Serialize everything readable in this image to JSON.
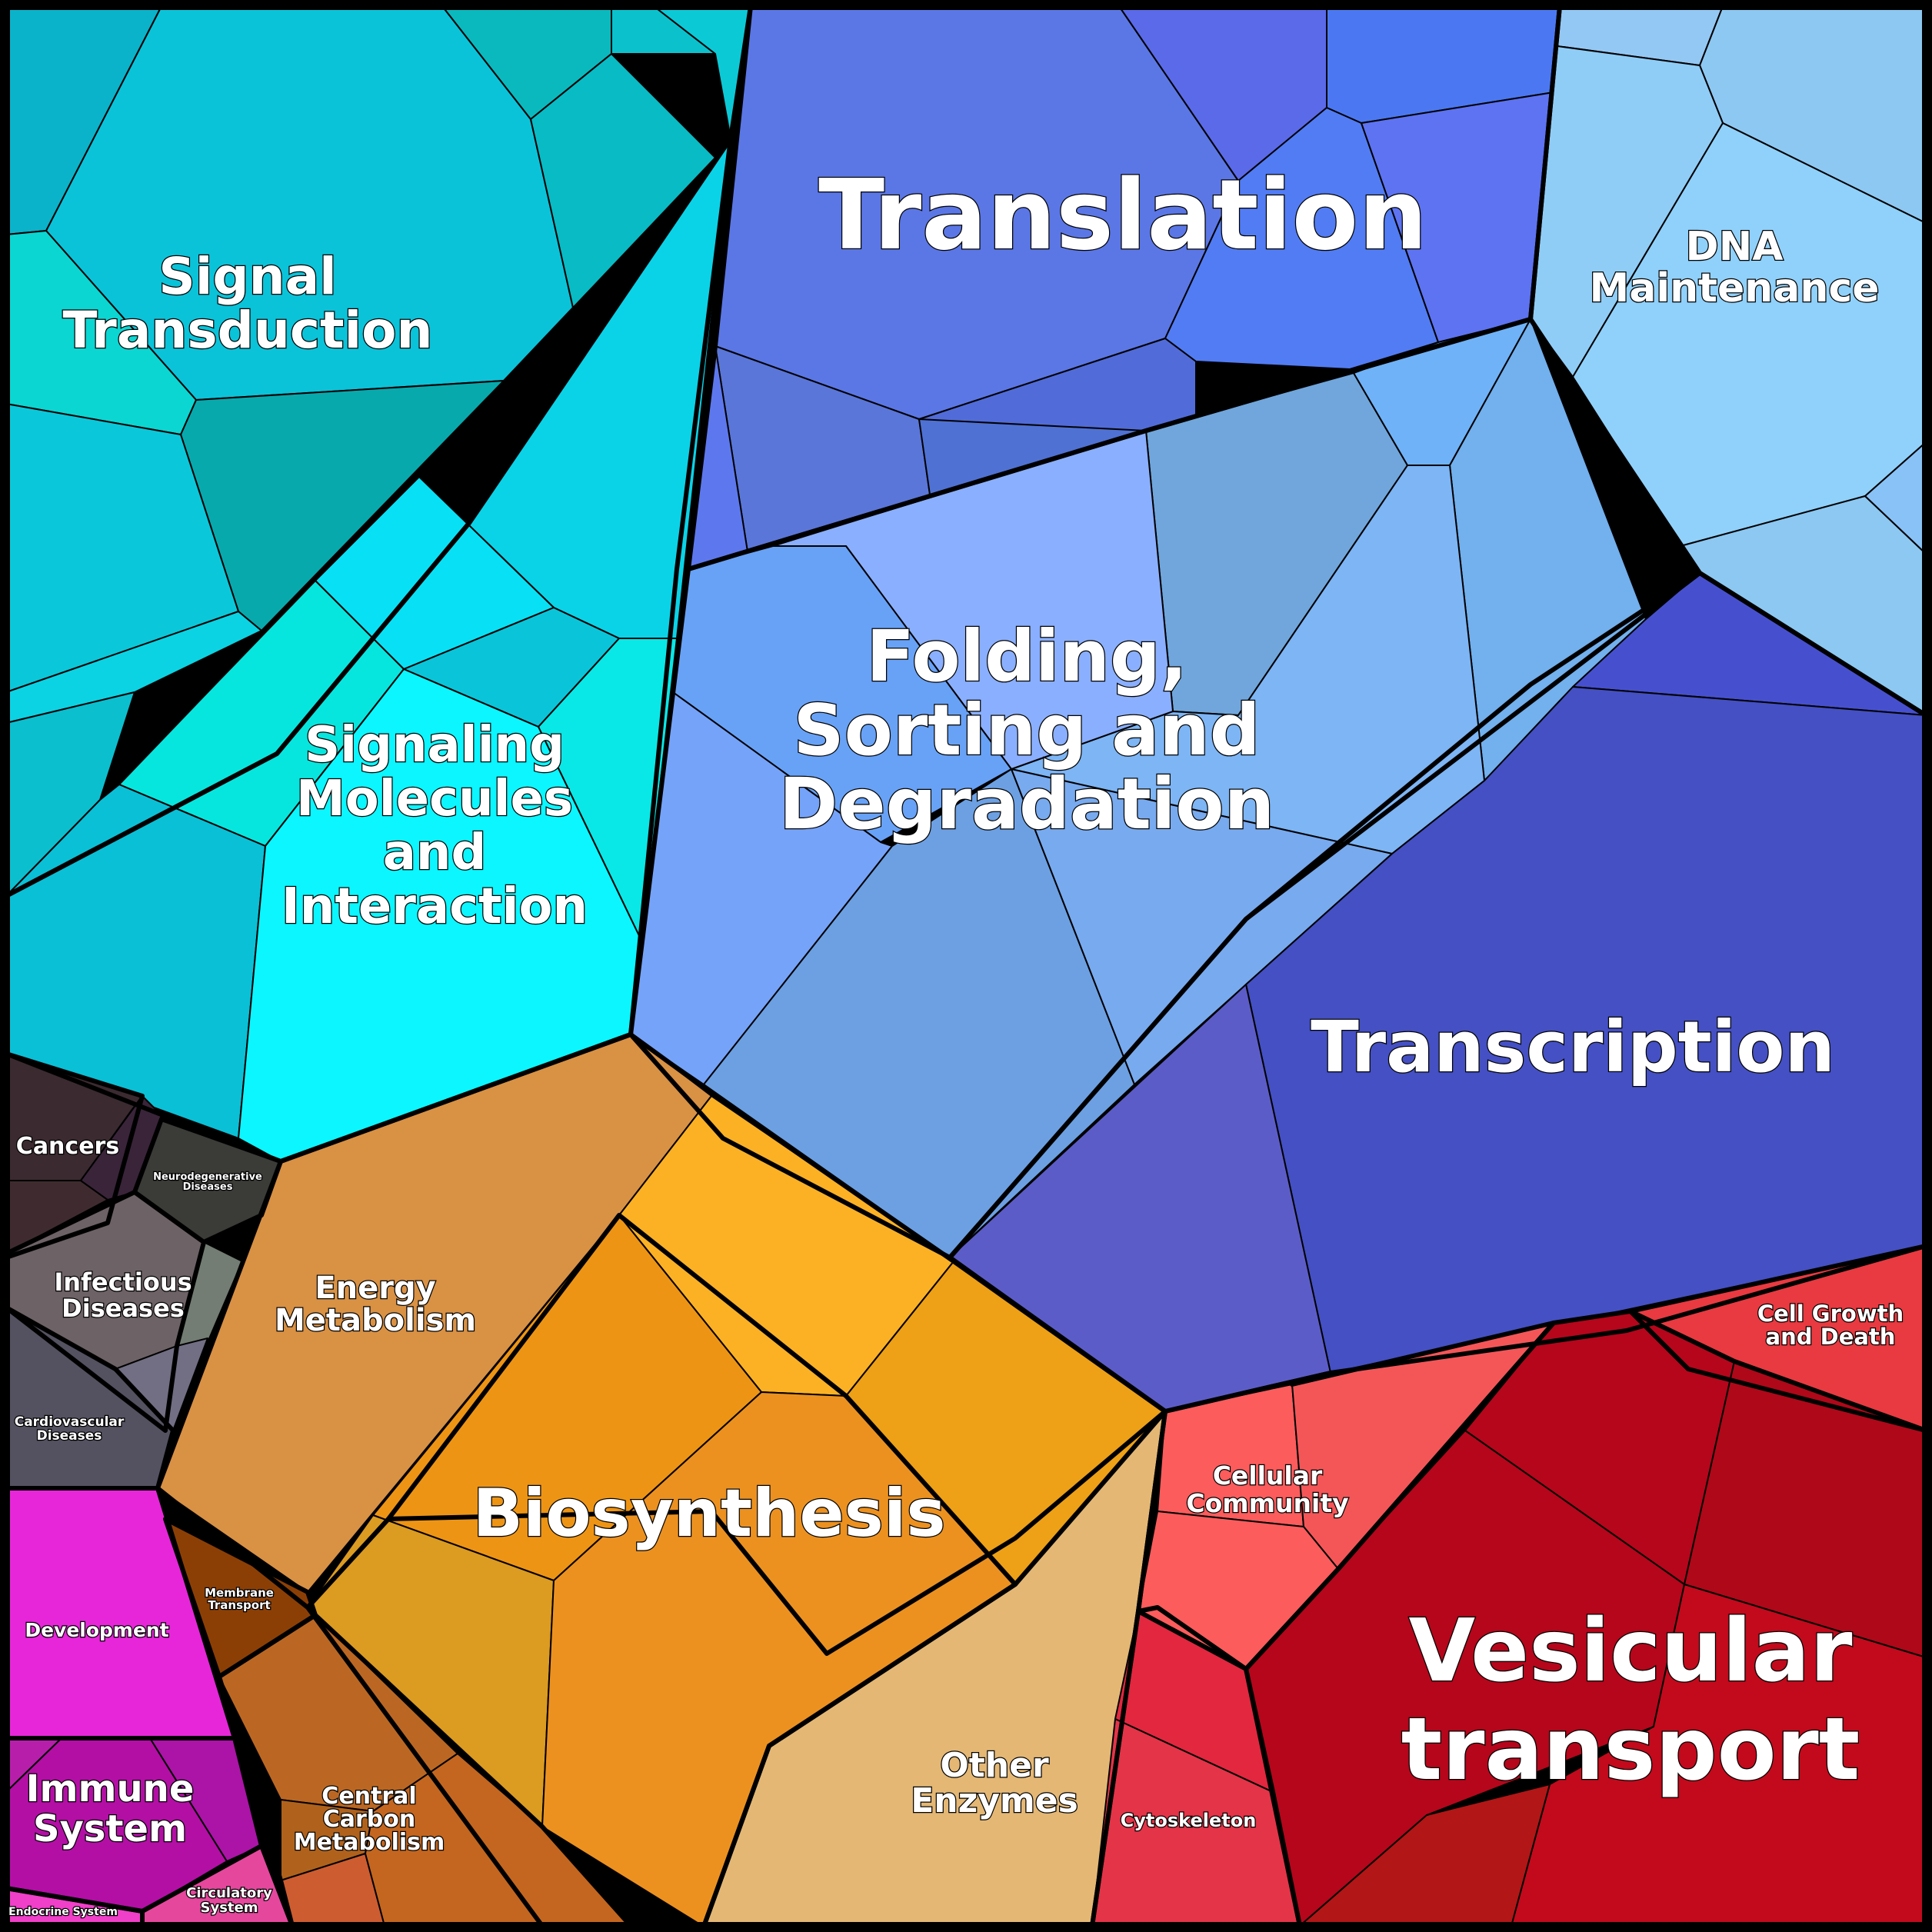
{
  "categories": [
    {
      "id": "signal_transduction",
      "lines": [
        "Signal",
        "Transduction"
      ],
      "color": "#0bc3d9"
    },
    {
      "id": "signaling_molecules",
      "lines": [
        "Signaling",
        "Molecules",
        "and",
        "Interaction"
      ],
      "color": "#0aeefe"
    },
    {
      "id": "translation",
      "lines": [
        "Translation"
      ],
      "color": "#5b76e6"
    },
    {
      "id": "dna_maintenance",
      "lines": [
        "DNA",
        "Maintenance"
      ],
      "color": "#8fcdf7"
    },
    {
      "id": "folding",
      "lines": [
        "Folding,",
        "Sorting and",
        "Degradation"
      ],
      "color": "#78aaef"
    },
    {
      "id": "transcription",
      "lines": [
        "Transcription"
      ],
      "color": "#4450c3"
    },
    {
      "id": "energy_metabolism",
      "lines": [
        "Energy",
        "Metabolism"
      ],
      "color": "#d99144"
    },
    {
      "id": "biosynthesis",
      "lines": [
        "Biosynthesis"
      ],
      "color": "#ea901f"
    },
    {
      "id": "other_enzymes",
      "lines": [
        "Other",
        "Enzymes"
      ],
      "color": "#e4b774"
    },
    {
      "id": "membrane_transport",
      "lines": [
        "Membrane",
        "Transport"
      ],
      "color": "#8c3f05"
    },
    {
      "id": "central_carbon",
      "lines": [
        "Central",
        "Carbon",
        "Metabolism"
      ],
      "color": "#bb6723"
    },
    {
      "id": "cancers",
      "lines": [
        "Cancers"
      ],
      "color": "#3b2a30"
    },
    {
      "id": "neurodegenerative",
      "lines": [
        "Neurodegenerative",
        "Diseases"
      ],
      "color": "#3b3b38"
    },
    {
      "id": "infectious",
      "lines": [
        "Infectious",
        "Diseases"
      ],
      "color": "#6d6266"
    },
    {
      "id": "cardiovascular",
      "lines": [
        "Cardiovascular",
        "Diseases"
      ],
      "color": "#545260"
    },
    {
      "id": "development",
      "lines": [
        "Development"
      ],
      "color": "#e726d9"
    },
    {
      "id": "immune",
      "lines": [
        "Immune",
        "System"
      ],
      "color": "#b30fa5"
    },
    {
      "id": "circulatory",
      "lines": [
        "Circulatory",
        "System"
      ],
      "color": "#e5479d"
    },
    {
      "id": "endocrine",
      "lines": [
        "Endocrine System"
      ],
      "color": "#f03fc8"
    },
    {
      "id": "cellular_community",
      "lines": [
        "Cellular",
        "Community"
      ],
      "color": "#fd5c5c"
    },
    {
      "id": "cytoskeleton",
      "lines": [
        "Cytoskeleton"
      ],
      "color": "#e43448"
    },
    {
      "id": "vesicular",
      "lines": [
        "Vesicular",
        "transport"
      ],
      "color": "#b5061b"
    },
    {
      "id": "cell_growth",
      "lines": [
        "Cell Growth",
        "and Death"
      ],
      "color": "#e83a40"
    }
  ]
}
